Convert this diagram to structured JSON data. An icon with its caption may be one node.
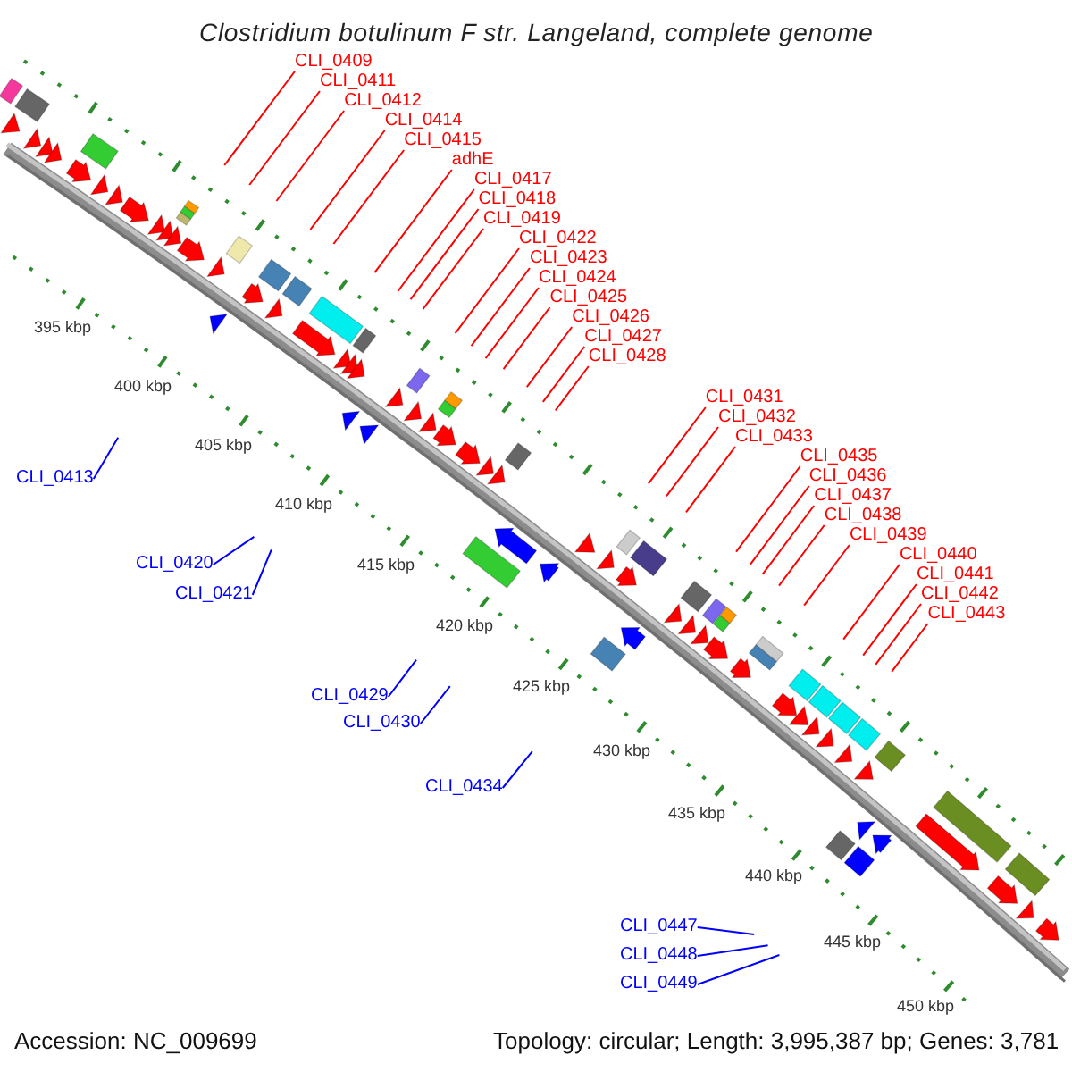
{
  "diagram": {
    "title": "Clostridium botulinum F str. Langeland, complete genome",
    "nodes": [
      {
        "text": [
          "CLI_0409"
        ]
      },
      {
        "text": [
          "CLI_0411"
        ]
      },
      {
        "text": [
          "CLI_0412"
        ]
      },
      {
        "text": [
          "CLI_0413"
        ]
      },
      {
        "text": [
          "CLI_0414"
        ]
      },
      {
        "text": [
          "CLI_0415"
        ]
      },
      {
        "text": [
          "adhE"
        ]
      },
      {
        "text": [
          "CLI_0417"
        ]
      },
      {
        "text": [
          "CLI_0418"
        ]
      },
      {
        "text": [
          "CLI_0419"
        ]
      },
      {
        "text": [
          "CLI_0420"
        ]
      },
      {
        "text": [
          "CLI_0421"
        ]
      },
      {
        "text": [
          "CLI_0422"
        ]
      },
      {
        "text": [
          "CLI_0423"
        ]
      },
      {
        "text": [
          "CLI_0424"
        ]
      },
      {
        "text": [
          "CLI_0425"
        ]
      },
      {
        "text": [
          "CLI_0426"
        ]
      },
      {
        "text": [
          "CLI_0427"
        ]
      },
      {
        "text": [
          "CLI_0428"
        ]
      },
      {
        "text": [
          "CLI_0429"
        ]
      },
      {
        "text": [
          "CLI_0430"
        ]
      },
      {
        "text": [
          "CLI_0431"
        ]
      },
      {
        "text": [
          "CLI_0432"
        ]
      },
      {
        "text": [
          "CLI_0433"
        ]
      },
      {
        "text": [
          "CLI_0434"
        ]
      },
      {
        "text": [
          "CLI_0435"
        ]
      },
      {
        "text": [
          "CLI_0436"
        ]
      },
      {
        "text": [
          "CLI_0437"
        ]
      },
      {
        "text": [
          "CLI_0438"
        ]
      },
      {
        "text": [
          "CLI_0439"
        ]
      },
      {
        "text": [
          "CLI_0440"
        ]
      },
      {
        "text": [
          "CLI_0441"
        ]
      },
      {
        "text": [
          "CLI_0442"
        ]
      },
      {
        "text": [
          "CLI_0443"
        ]
      },
      {
        "text": [
          "CLI_0447"
        ]
      },
      {
        "text": [
          "CLI_0448"
        ]
      },
      {
        "text": [
          "CLI_0449"
        ]
      }
    ],
    "edges": [
      {
        "from": 0,
        "to": null,
        "arrow": "none"
      },
      {
        "from": 1,
        "to": null,
        "arrow": "none"
      },
      {
        "from": 2,
        "to": null,
        "arrow": "none"
      },
      {
        "from": 3,
        "to": null,
        "arrow": "none",
        "color": "#0000ff"
      },
      {
        "from": 4,
        "to": null,
        "arrow": "none"
      },
      {
        "from": 5,
        "to": null,
        "arrow": "none"
      },
      {
        "from": 6,
        "to": null,
        "arrow": "none"
      },
      {
        "from": 7,
        "to": null,
        "arrow": "none"
      },
      {
        "from": 8,
        "to": null,
        "arrow": "none"
      },
      {
        "from": 9,
        "to": null,
        "arrow": "none"
      },
      {
        "from": 10,
        "to": null,
        "arrow": "none",
        "color": "#0000ff"
      },
      {
        "from": 11,
        "to": null,
        "arrow": "none",
        "color": "#0000ff"
      },
      {
        "from": 12,
        "to": null,
        "arrow": "none"
      },
      {
        "from": 13,
        "to": null,
        "arrow": "none"
      },
      {
        "from": 14,
        "to": null,
        "arrow": "none"
      },
      {
        "from": 15,
        "to": null,
        "arrow": "none"
      },
      {
        "from": 16,
        "to": null,
        "arrow": "none"
      },
      {
        "from": 17,
        "to": null,
        "arrow": "none"
      },
      {
        "from": 18,
        "to": null,
        "arrow": "none"
      },
      {
        "from": 19,
        "to": null,
        "arrow": "none",
        "color": "#0000ff"
      },
      {
        "from": 20,
        "to": null,
        "arrow": "none",
        "color": "#0000ff"
      },
      {
        "from": 21,
        "to": null,
        "arrow": "none"
      },
      {
        "from": 22,
        "to": null,
        "arrow": "none"
      },
      {
        "from": 23,
        "to": null,
        "arrow": "none"
      },
      {
        "from": 24,
        "to": null,
        "arrow": "none",
        "color": "#0000ff"
      },
      {
        "from": 25,
        "to": null,
        "arrow": "none"
      },
      {
        "from": 26,
        "to": null,
        "arrow": "none"
      },
      {
        "from": 27,
        "to": null,
        "arrow": "none"
      },
      {
        "from": 28,
        "to": null,
        "arrow": "none"
      },
      {
        "from": 29,
        "to": null,
        "arrow": "none"
      },
      {
        "from": 30,
        "to": null,
        "arrow": "none"
      },
      {
        "from": 31,
        "to": null,
        "arrow": "none"
      },
      {
        "from": 32,
        "to": null,
        "arrow": "none"
      },
      {
        "from": 33,
        "to": null,
        "arrow": "none"
      },
      {
        "from": 34,
        "to": null,
        "arrow": "none",
        "color": "#0000ff"
      },
      {
        "from": 35,
        "to": null,
        "arrow": "none",
        "color": "#0000ff"
      },
      {
        "from": 36,
        "to": null,
        "arrow": "none",
        "color": "#0000ff"
      }
    ],
    "labels": [
      "395 kbp",
      "400 kbp",
      "405 kbp",
      "410 kbp",
      "415 kbp",
      "420 kbp",
      "425 kbp",
      "430 kbp",
      "435 kbp",
      "440 kbp",
      "445 kbp",
      "450 kbp",
      "Accession: NC_009699",
      "Topology: circular; Length: 3,995,387 bp; Genes: 3,781"
    ]
  }
}
